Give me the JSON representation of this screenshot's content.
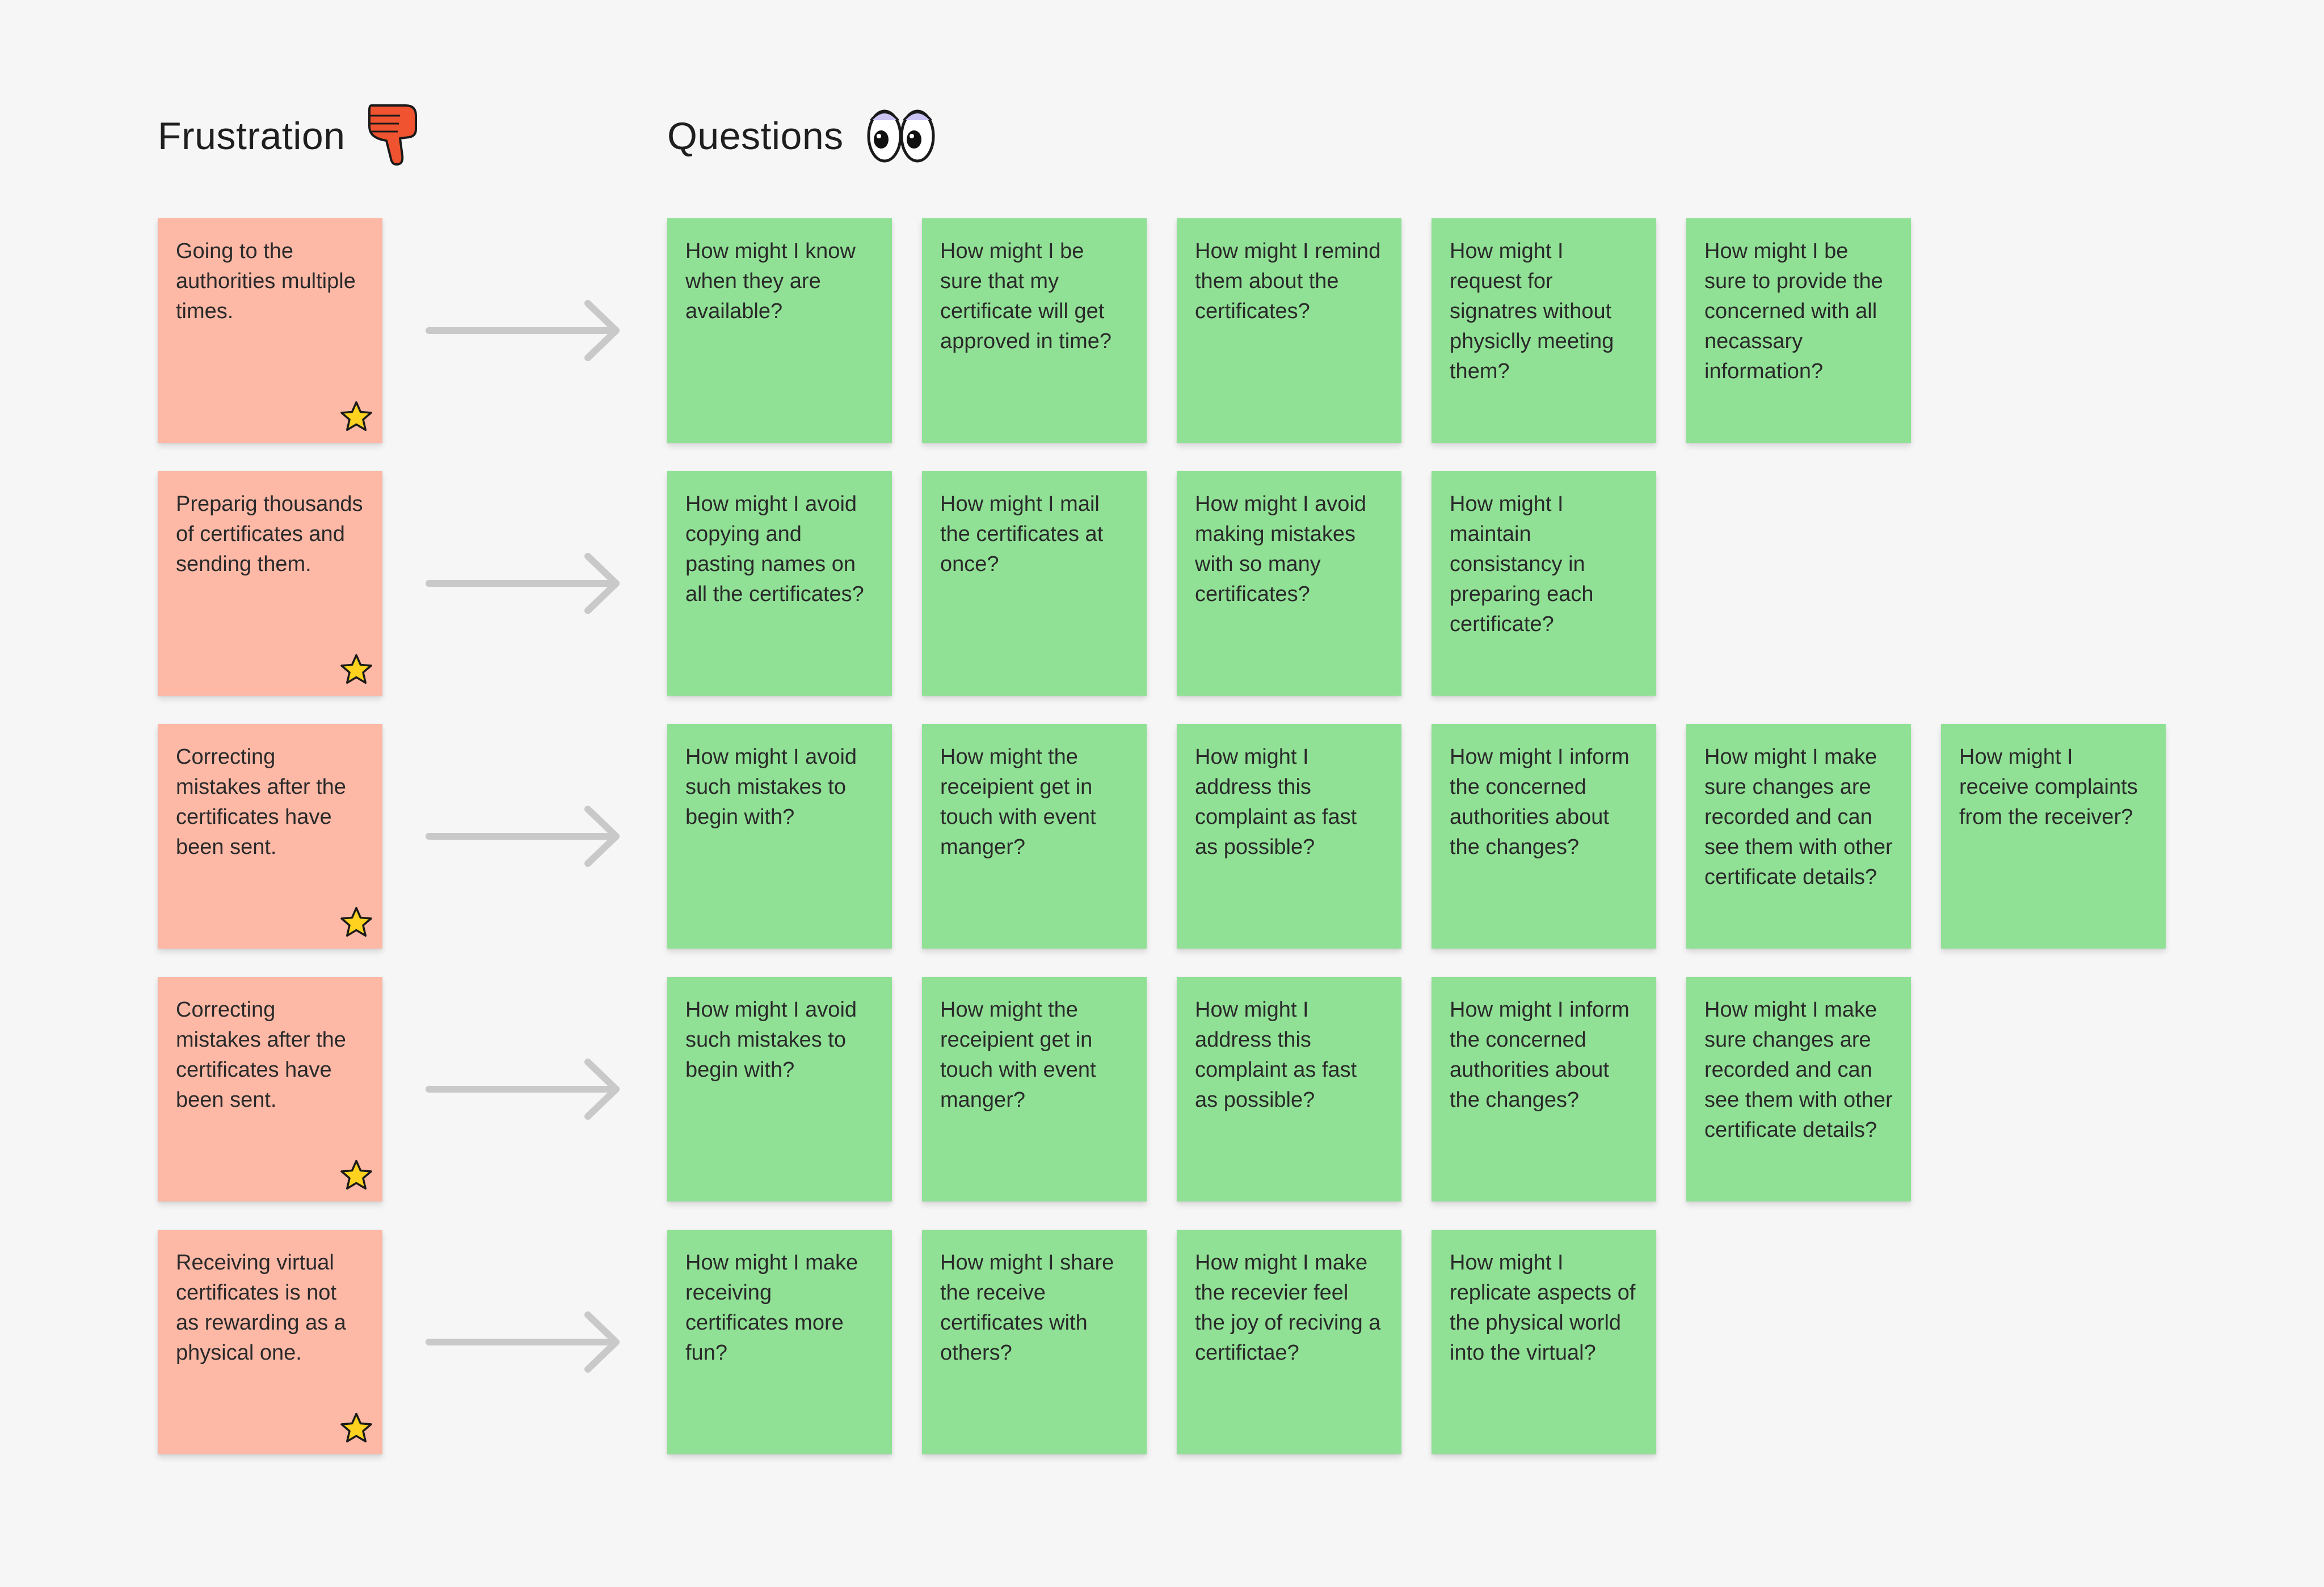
{
  "headers": {
    "frustration": "Frustration",
    "questions": "Questions"
  },
  "icons": {
    "frustration_icon": "thumbs-down-icon",
    "questions_icon": "eyes-icon",
    "star_icon": "star-icon",
    "arrow_icon": "arrow-right-icon"
  },
  "colors": {
    "frustration_note": "#fdb8a6",
    "question_note": "#90e195",
    "star": "#ffd21f",
    "thumbs_down": "#f0532f",
    "arrow": "#c9c9c9",
    "background": "#f6f6f6"
  },
  "rows": [
    {
      "frustration": "Going to the authorities multiple times.",
      "questions": [
        "How might I know when they are available?",
        "How might I be sure that my certificate will get approved in time?",
        "How might I remind them about the certificates?",
        "How might I request for signatres without physiclly meeting them?",
        "How might I be sure to provide the concerned with all necassary information?"
      ]
    },
    {
      "frustration": "Preparig thousands of certificates and sending them.",
      "questions": [
        "How might I avoid copying and pasting names on all the certificates?",
        "How might I mail the certificates at once?",
        "How might I avoid making mistakes with so many certificates?",
        "How might I maintain consistancy in preparing each certificate?"
      ]
    },
    {
      "frustration": "Correcting mistakes after the certificates have been sent.",
      "questions": [
        "How might I avoid such mistakes to begin with?",
        "How might the receipient get in touch with event manger?",
        "How might I address this complaint as fast as possible?",
        "How might I inform the concerned authorities about the changes?",
        "How might I make sure changes are recorded and can see them with other certificate details?",
        "How might I receive complaints from the receiver?"
      ]
    },
    {
      "frustration": "Correcting mistakes after the certificates have been sent.",
      "questions": [
        "How might I avoid such mistakes to begin with?",
        "How might the receipient get in touch with event manger?",
        "How might I address this complaint as fast as possible?",
        "How might I inform the concerned authorities about the changes?",
        "How might I make sure changes are recorded and can see them with other certificate details?"
      ]
    },
    {
      "frustration": "Receiving virtual certificates is not as rewarding as a physical one.",
      "questions": [
        "How might I make receiving certificates more fun?",
        "How might I share the receive certificates with others?",
        "How might I make the recevier feel the joy of reciving a certifictae?",
        "How might I replicate aspects of the physical world into the virtual?"
      ]
    }
  ]
}
